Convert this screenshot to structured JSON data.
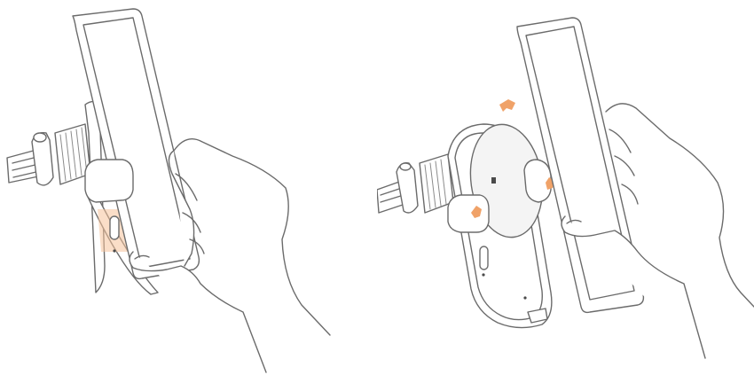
{
  "figure": {
    "panels": [
      {
        "step": "insert-phone",
        "icons": [
          "vent-clip-icon",
          "phone-icon",
          "hand-icon",
          "side-button-highlight-icon"
        ]
      },
      {
        "step": "remove-phone",
        "icons": [
          "vent-clip-icon",
          "phone-icon",
          "hand-icon",
          "release-arrow-icons"
        ]
      }
    ]
  },
  "colors": {
    "line": "#6b6b6b",
    "accent": "#f5c29a",
    "accent_strong": "#f0a268",
    "background": "#ffffff"
  }
}
